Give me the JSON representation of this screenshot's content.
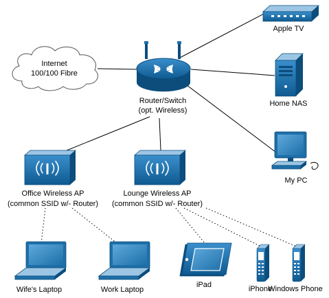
{
  "nodes": {
    "internet": {
      "label_line1": "Internet",
      "label_line2": "100/100 Fibre",
      "icon": "cloud-icon"
    },
    "router": {
      "label_line1": "Router/Switch",
      "label_line2": "(opt. Wireless)",
      "icon": "router-icon"
    },
    "apple_tv": {
      "label": "Apple TV",
      "icon": "set-top-box-icon"
    },
    "home_nas": {
      "label": "Home NAS",
      "icon": "server-icon"
    },
    "my_pc": {
      "label": "My PC",
      "icon": "desktop-pc-icon"
    },
    "office_ap": {
      "label_line1": "Office Wireless AP",
      "label_line2": "(common SSID w/- Router)",
      "icon": "wireless-ap-icon"
    },
    "lounge_ap": {
      "label_line1": "Lounge Wireless AP",
      "label_line2": "(common SSID w/- Router)",
      "icon": "wireless-ap-icon"
    },
    "wifes_laptop": {
      "label": "Wife's Laptop",
      "icon": "laptop-icon"
    },
    "work_laptop": {
      "label": "Work Laptop",
      "icon": "laptop-icon"
    },
    "ipad": {
      "label": "iPad",
      "icon": "tablet-icon"
    },
    "iphone": {
      "label": "iPhone",
      "icon": "mobile-phone-icon"
    },
    "windows_phone": {
      "label": "Windows Phone",
      "icon": "mobile-phone-icon"
    }
  },
  "links": {
    "wired": [
      "internet-router",
      "router-apple_tv",
      "router-home_nas",
      "router-my_pc",
      "router-office_ap",
      "router-lounge_ap"
    ],
    "wireless": [
      "office_ap-wifes_laptop",
      "office_ap-work_laptop",
      "lounge_ap-ipad",
      "lounge_ap-iphone",
      "lounge_ap-windows_phone"
    ]
  },
  "colors": {
    "device_blue": "#1d6fa8",
    "device_dark": "#0c4d7c",
    "device_light": "#9cc6e4",
    "cloud_outline": "#555555",
    "line": "#000000"
  }
}
